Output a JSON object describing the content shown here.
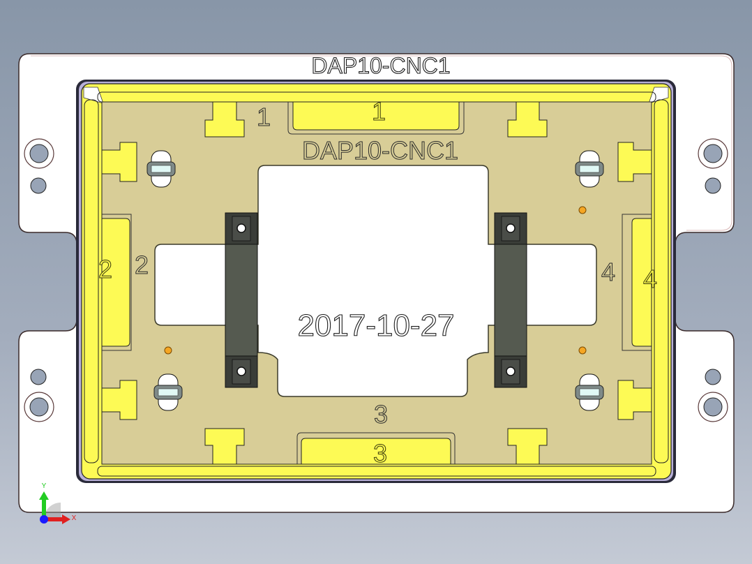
{
  "viewport": {
    "background_top": "#8896a8",
    "background_bottom": "#c4cad5"
  },
  "base_plate": {
    "engraving": "DAP10-CNC1",
    "color": "#ffffff"
  },
  "fixture_plate": {
    "engraving": "DAP10-CNC1",
    "date": "2017-10-27",
    "color": "#d8cd97"
  },
  "clamp_frame": {
    "color": "#fdfa55"
  },
  "side_labels": {
    "top_outer": "1",
    "top_inner": "1",
    "left_outer": "2",
    "left_inner": "2",
    "bottom_outer": "3",
    "bottom_inner": "3",
    "right_outer": "4",
    "right_inner": "4"
  },
  "triad": {
    "x_label": "X",
    "y_label": "Y",
    "x_color": "#e02020",
    "y_color": "#20c020",
    "origin_color": "#1a1aff"
  }
}
